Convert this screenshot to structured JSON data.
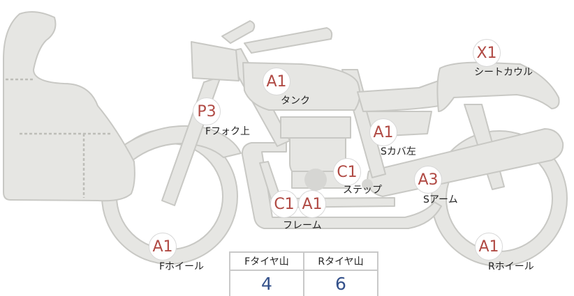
{
  "parts": [
    {
      "id": "seat-cowl",
      "grade": "X1",
      "label": "シートカウル"
    },
    {
      "id": "tank",
      "grade": "A1",
      "label": "タンク"
    },
    {
      "id": "f-fork-upper",
      "grade": "P3",
      "label": "Fフォク上"
    },
    {
      "id": "side-cover-left",
      "grade": "A1",
      "label": "Sカバ左"
    },
    {
      "id": "step",
      "grade": "C1",
      "label": "ステップ"
    },
    {
      "id": "swing-arm",
      "grade": "A3",
      "label": "Sアーム"
    },
    {
      "id": "frame",
      "grade": "A1",
      "label": "フレーム"
    },
    {
      "id": "frame-extra",
      "grade": "C1",
      "label": ""
    },
    {
      "id": "f-wheel",
      "grade": "A1",
      "label": "Fホイール"
    },
    {
      "id": "r-wheel",
      "grade": "A1",
      "label": "Rホイール"
    }
  ],
  "tire_table": {
    "front_header": "Fタイヤ山",
    "rear_header": "Rタイヤ山",
    "front_value": "4",
    "rear_value": "6"
  },
  "colors": {
    "part_fill": "#e6e6e3",
    "part_stroke": "#c8c8c4",
    "grade_text": "#b04a44",
    "value_text": "#33508a"
  }
}
